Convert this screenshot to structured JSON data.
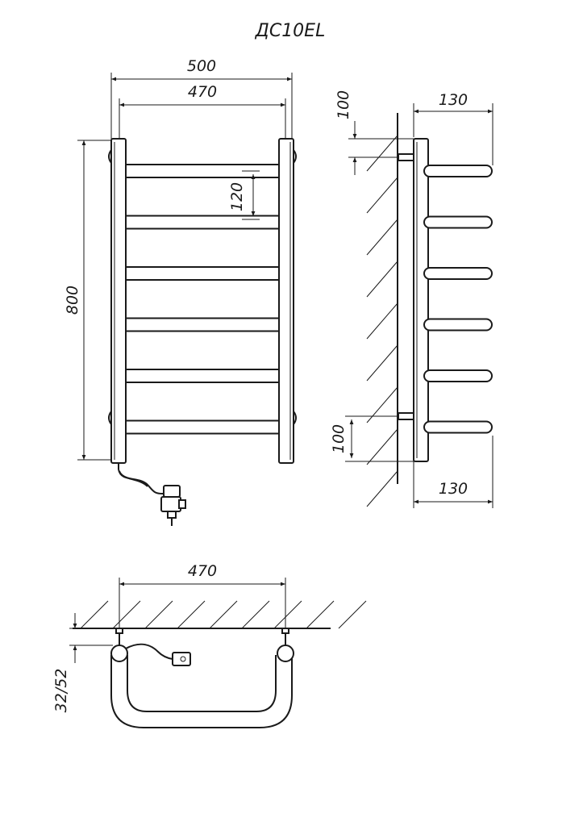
{
  "title": "ДС10EL",
  "front_view": {
    "width_outer": "500",
    "width_inner": "470",
    "height_total": "800",
    "rung_spacing": "120",
    "rung_count": 6
  },
  "side_view": {
    "depth_top": "130",
    "depth_bottom": "130",
    "offset_top": "100",
    "offset_bottom": "100"
  },
  "top_view": {
    "width": "470",
    "wall_offset": "32/52"
  }
}
